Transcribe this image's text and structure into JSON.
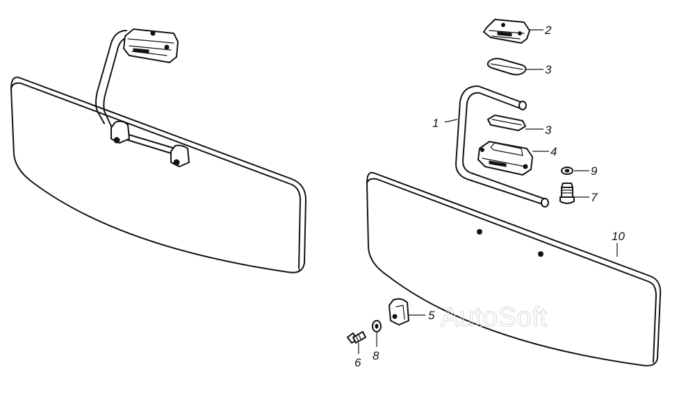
{
  "callouts": [
    {
      "id": "label-1",
      "text": "1"
    },
    {
      "id": "label-2",
      "text": "2"
    },
    {
      "id": "label-3a",
      "text": "3"
    },
    {
      "id": "label-3b",
      "text": "3"
    },
    {
      "id": "label-4",
      "text": "4"
    },
    {
      "id": "label-9",
      "text": "9"
    },
    {
      "id": "label-7",
      "text": "7"
    },
    {
      "id": "label-10",
      "text": "10"
    },
    {
      "id": "label-5",
      "text": "5"
    },
    {
      "id": "label-6",
      "text": "6"
    },
    {
      "id": "label-8",
      "text": "8"
    }
  ],
  "watermark": "AutoSoft"
}
